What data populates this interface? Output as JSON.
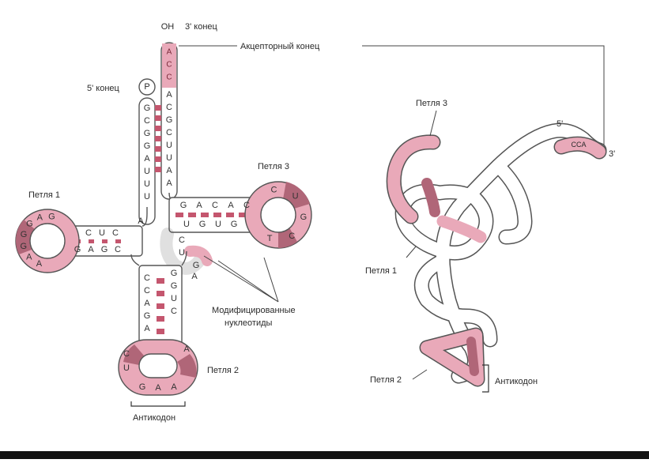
{
  "labels": {
    "oh": "OH",
    "three_prime_end": "3' конец",
    "acceptor_end": "Акцепторный конец",
    "five_prime_end": "5' конец",
    "phosphate": "P",
    "loop1": "Петля 1",
    "loop2": "Петля 2",
    "loop3": "Петля 3",
    "modified_1": "Модифицированные",
    "modified_2": "нуклеотиды",
    "anticodon": "Антикодон",
    "r_loop3": "Петля 3",
    "r_loop1": "Петля 1",
    "r_loop2": "Петля 2",
    "r_anticodon": "Антикодон",
    "r_five_prime": "5'",
    "r_three_prime": "3'",
    "r_cca": "CCA"
  },
  "sequences": {
    "acceptor_3prime": [
      "A",
      "C",
      "C"
    ],
    "acceptor_right": [
      "A",
      "C",
      "G",
      "C",
      "U",
      "U",
      "A",
      "A"
    ],
    "acceptor_left": [
      "G",
      "C",
      "G",
      "G",
      "A",
      "U",
      "U",
      "U"
    ],
    "d_stem_top": [
      "C",
      "U",
      "C"
    ],
    "d_stem_bottom": [
      "G",
      "A",
      "G",
      "C"
    ],
    "d_loop": [
      "G",
      "A",
      "G",
      "G",
      "G",
      "A",
      "A"
    ],
    "t_stem_top": [
      "G",
      "A",
      "C",
      "A",
      "C"
    ],
    "t_stem_bottom": [
      "U",
      "G",
      "U",
      "G"
    ],
    "t_loop": [
      "C",
      "U",
      "G",
      "C",
      "T"
    ],
    "ac_stem_left": [
      "C",
      "C",
      "A",
      "G",
      "A"
    ],
    "ac_stem_right": [
      "G",
      "G",
      "U",
      "C"
    ],
    "ac_loop": [
      "C",
      "U",
      "G",
      "A",
      "A",
      "A"
    ],
    "variable": [
      "C",
      "U",
      "A",
      "G"
    ],
    "junction": [
      "A"
    ]
  },
  "colors": {
    "pink": "#e9a9b9",
    "dark_pink": "#b06678",
    "pair": "#c4566e",
    "outline": "#555555"
  }
}
